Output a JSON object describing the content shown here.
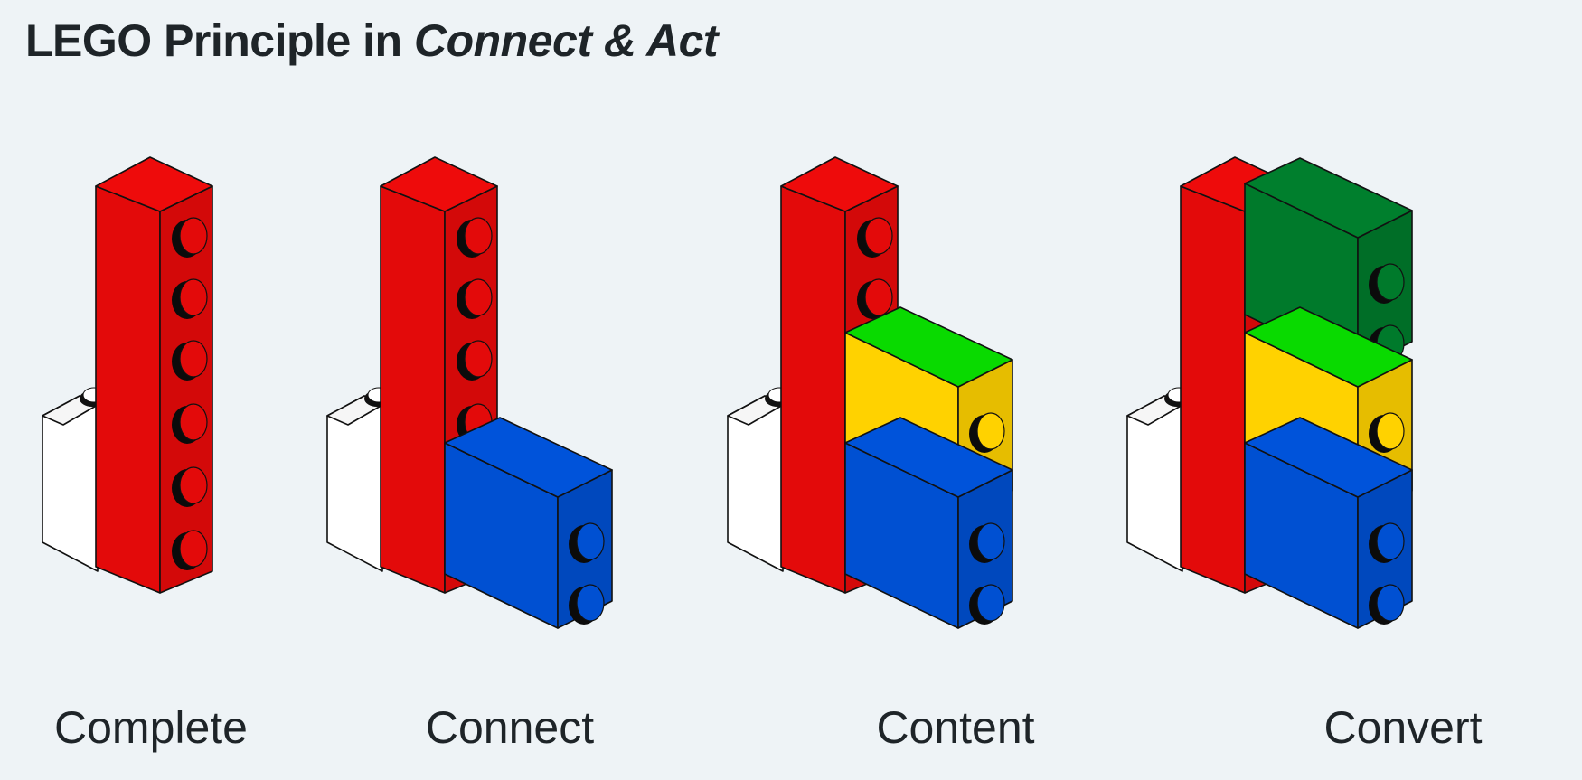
{
  "title": {
    "prefix": "LEGO Principle in ",
    "emphasis": "Connect & Act"
  },
  "colors": {
    "background": "#eef3f6",
    "red": "#e30a0a",
    "blue": "#0050d2",
    "yellow": "#ffd200",
    "green": "#007a2b",
    "white": "#ffffff",
    "outline": "#111111"
  },
  "stages": [
    {
      "label": "Complete",
      "bricks": [
        "white-base",
        "red-column"
      ]
    },
    {
      "label": "Connect",
      "bricks": [
        "white-base",
        "red-column",
        "blue-brick"
      ]
    },
    {
      "label": "Content",
      "bricks": [
        "white-base",
        "red-column",
        "blue-brick",
        "yellow-brick"
      ]
    },
    {
      "label": "Convert",
      "bricks": [
        "white-base",
        "red-column",
        "blue-brick",
        "yellow-brick",
        "green-brick"
      ]
    }
  ]
}
